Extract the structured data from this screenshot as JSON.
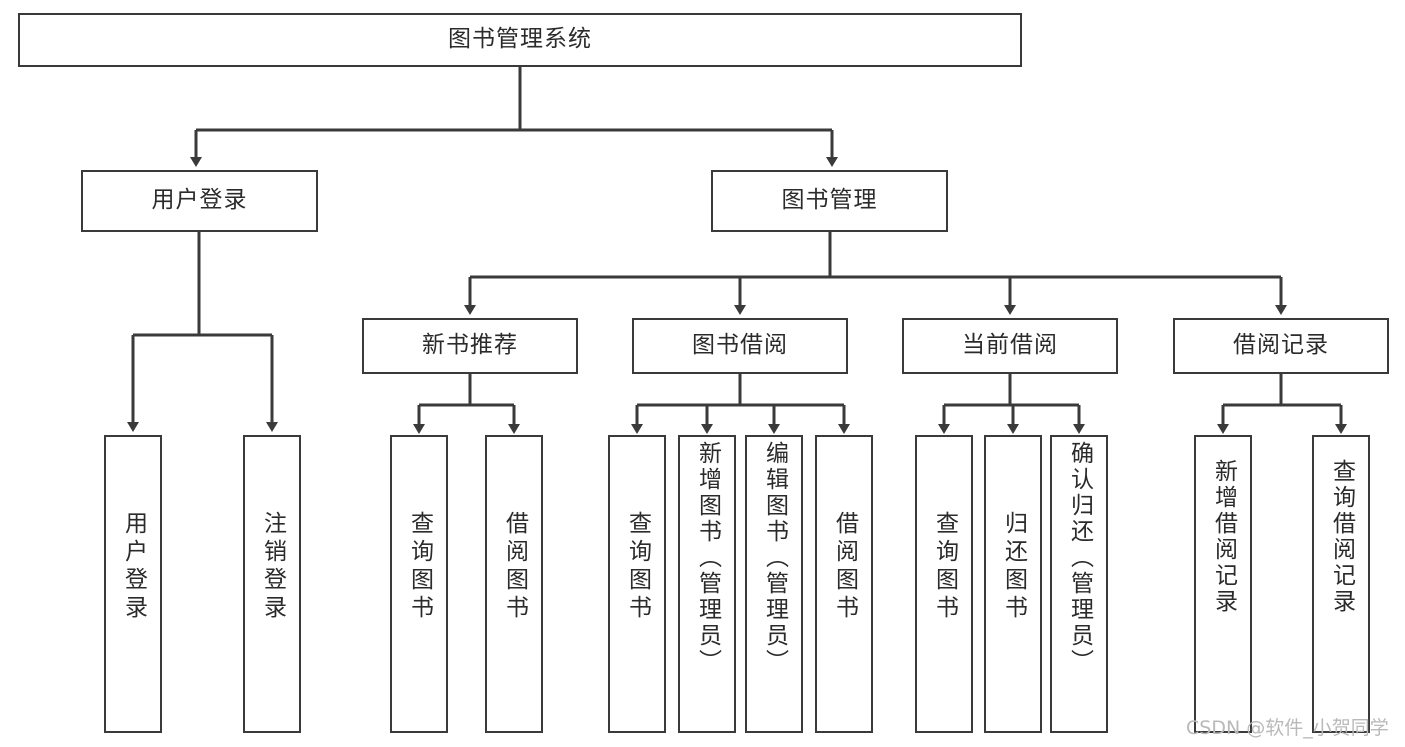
{
  "diagram": {
    "title": "图书管理系统",
    "type": "tree",
    "watermark": "CSDN @软件_小贺同学",
    "colors": {
      "node_border": "#3a3a3a",
      "node_fill": "#ffffff",
      "edge": "#3a3a3a",
      "text": "#2b2b2b",
      "watermark": "#b9b9b9",
      "background": "#ffffff"
    },
    "levels": {
      "root": "图书管理系统",
      "level2": [
        "用户登录",
        "图书管理"
      ],
      "level3": [
        "新书推荐",
        "图书借阅",
        "当前借阅",
        "借阅记录"
      ]
    },
    "nodes": {
      "root": {
        "label": "图书管理系统"
      },
      "user_login": {
        "label": "用户登录"
      },
      "book_manage": {
        "label": "图书管理"
      },
      "new_book_rec": {
        "label": "新书推荐"
      },
      "book_borrow": {
        "label": "图书借阅"
      },
      "current_borrow": {
        "label": "当前借阅"
      },
      "borrow_record": {
        "label": "借阅记录"
      },
      "leaf_user_login": {
        "label": "用户登录"
      },
      "leaf_user_logout": {
        "label": "注销登录"
      },
      "leaf_query_book_1": {
        "label": "查询图书"
      },
      "leaf_borrow_book_1": {
        "label": "借阅图书"
      },
      "leaf_query_book_2": {
        "label": "查询图书"
      },
      "leaf_add_book_admin": {
        "label": "新增图书（管理员）"
      },
      "leaf_edit_book_admin": {
        "label": "编辑图书（管理员）"
      },
      "leaf_borrow_book_2": {
        "label": "借阅图书"
      },
      "leaf_query_book_3": {
        "label": "查询图书"
      },
      "leaf_return_book": {
        "label": "归还图书"
      },
      "leaf_confirm_return_admin": {
        "label": "确认归还（管理员）"
      },
      "leaf_add_record": {
        "label": "新增借阅记录"
      },
      "leaf_query_record": {
        "label": "查询借阅记录"
      }
    },
    "tree": {
      "name": "图书管理系统",
      "children": [
        {
          "name": "用户登录",
          "children": [
            {
              "name": "用户登录"
            },
            {
              "name": "注销登录"
            }
          ]
        },
        {
          "name": "图书管理",
          "children": [
            {
              "name": "新书推荐",
              "children": [
                {
                  "name": "查询图书"
                },
                {
                  "name": "借阅图书"
                }
              ]
            },
            {
              "name": "图书借阅",
              "children": [
                {
                  "name": "查询图书"
                },
                {
                  "name": "新增图书（管理员）"
                },
                {
                  "name": "编辑图书（管理员）"
                },
                {
                  "name": "借阅图书"
                }
              ]
            },
            {
              "name": "当前借阅",
              "children": [
                {
                  "name": "查询图书"
                },
                {
                  "name": "归还图书"
                },
                {
                  "name": "确认归还（管理员）"
                }
              ]
            },
            {
              "name": "借阅记录",
              "children": [
                {
                  "name": "新增借阅记录"
                },
                {
                  "name": "查询借阅记录"
                }
              ]
            }
          ]
        }
      ]
    }
  }
}
